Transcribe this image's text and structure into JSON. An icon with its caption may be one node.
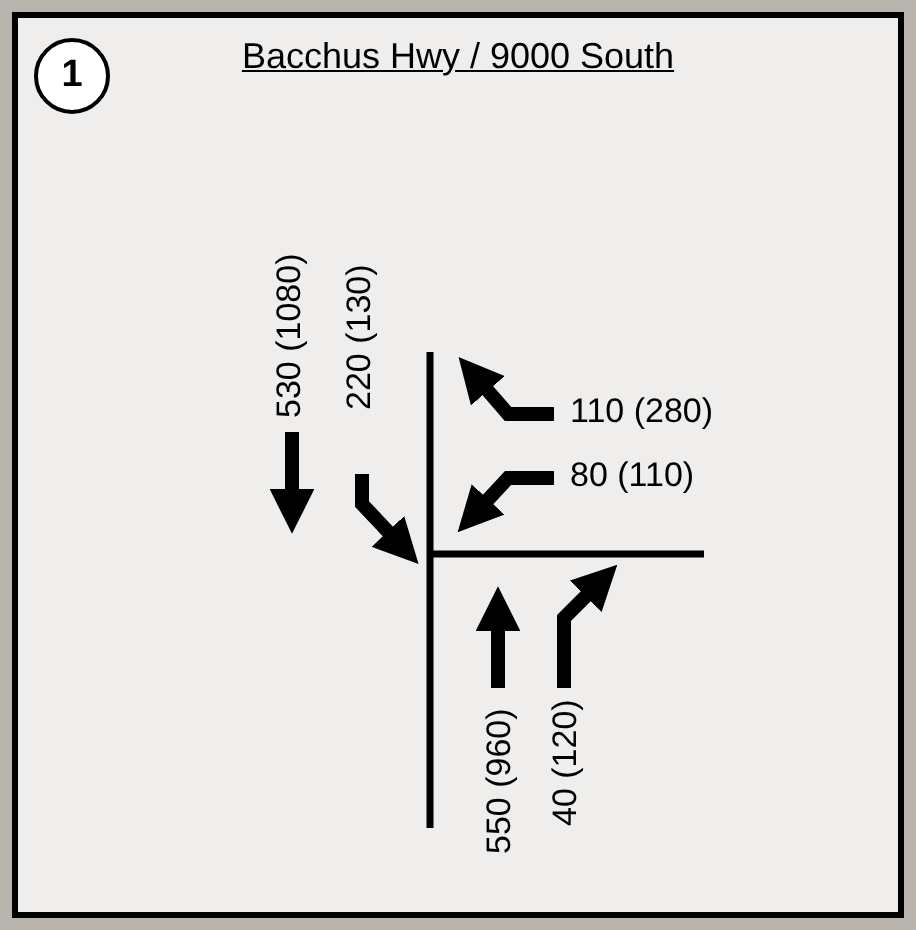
{
  "diagram": {
    "title": "Bacchus Hwy / 9000 South",
    "nodes": [
      {
        "text": [
          "1"
        ]
      }
    ],
    "labels": [
      "530 (1080)",
      "220 (130)",
      "110 (280)",
      "80 (110)",
      "550 (960)",
      "40 (120)"
    ]
  }
}
